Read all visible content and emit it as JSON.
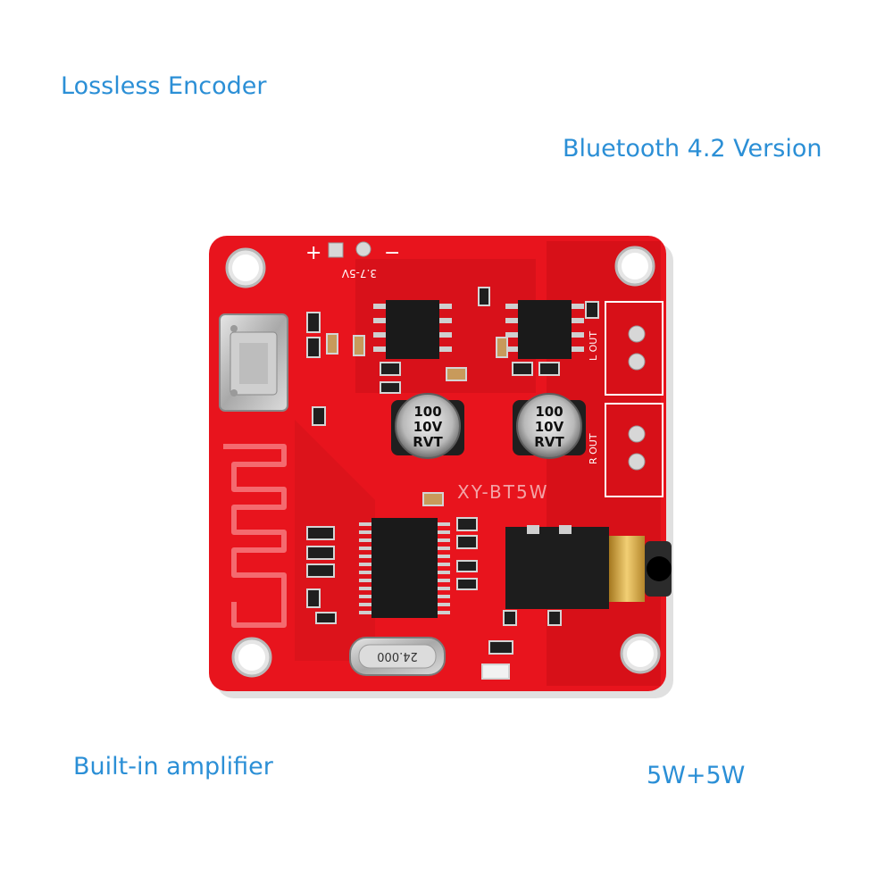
{
  "captions": {
    "lossless": "Lossless Encoder",
    "bluetooth": "Bluetooth 4.2 Version",
    "amplifier": "Built-in amplifier",
    "power": "5W+5W"
  },
  "board": {
    "model": "XY-BT5W",
    "plus": "+",
    "minus": "−",
    "voltage": "3.7-5V",
    "out_l": "L OUT",
    "out_r": "R OUT",
    "cap_left": [
      "100",
      "10V",
      "RVT"
    ],
    "cap_right": [
      "100",
      "10V",
      "RVT"
    ],
    "crystal": "24.000"
  },
  "colors": {
    "caption": "#2b8fd6",
    "pcb": "#e8141d",
    "pcb_dark": "#c80c14"
  }
}
